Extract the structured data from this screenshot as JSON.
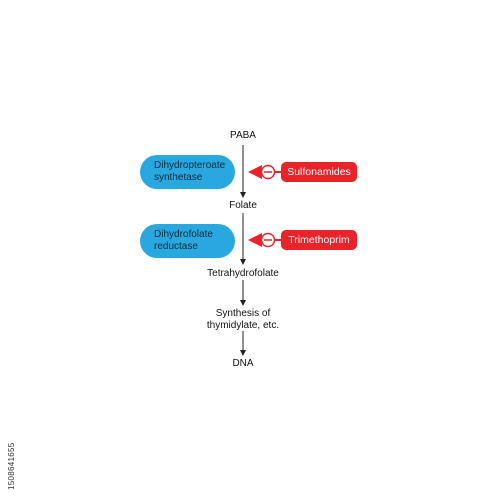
{
  "nodes": {
    "paba": "PABA",
    "folate": "Folate",
    "tetrahydrofolate": "Tetrahydrofolate",
    "synthesis_line1": "Synthesis of",
    "synthesis_line2": "thymidylate, etc.",
    "dna": "DNA"
  },
  "enzymes": {
    "dhps_line1": "Dihydropteroate",
    "dhps_line2": "synthetase",
    "dhfr_line1": "Dihydrofolate",
    "dhfr_line2": "reductase"
  },
  "inhibitors": {
    "sulfonamides": "Sulfonamides",
    "trimethoprim": "Trimethoprim",
    "inhibition_symbol": "−"
  },
  "watermark_id": "1508641655",
  "colors": {
    "enzyme_fill": "#29a8e0",
    "inhibitor_fill": "#e8232a",
    "pathway_line": "#222222"
  }
}
